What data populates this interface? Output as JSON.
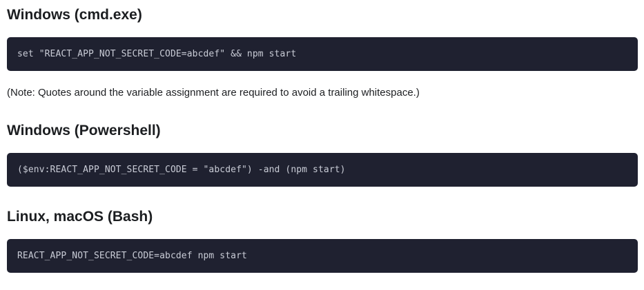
{
  "sections": [
    {
      "heading": "Windows (cmd.exe)",
      "code": "set \"REACT_APP_NOT_SECRET_CODE=abcdef\" && npm start",
      "note": "(Note: Quotes around the variable assignment are required to avoid a trailing whitespace.)"
    },
    {
      "heading": "Windows (Powershell)",
      "code": "($env:REACT_APP_NOT_SECRET_CODE = \"abcdef\") -and (npm start)"
    },
    {
      "heading": "Linux, macOS (Bash)",
      "code": "REACT_APP_NOT_SECRET_CODE=abcdef npm start"
    }
  ],
  "colors": {
    "code_background": "#1f2130",
    "code_text": "#c9ccd6",
    "heading_text": "#1c1e21"
  }
}
